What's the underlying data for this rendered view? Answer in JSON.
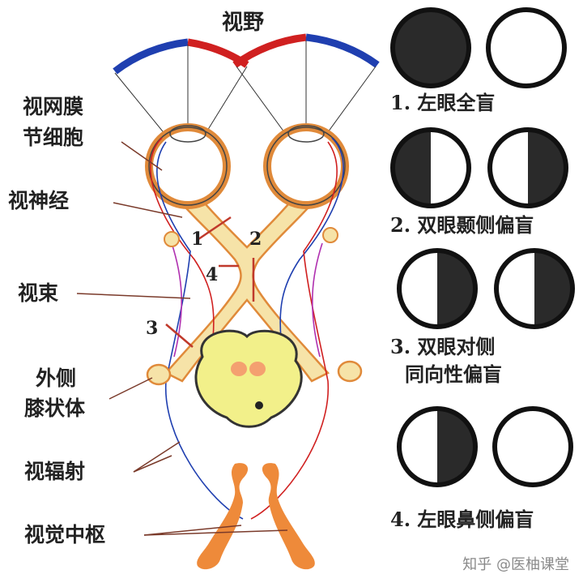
{
  "title": "视野",
  "labels": {
    "ganglion_line1": "视网膜",
    "ganglion_line2": "节细胞",
    "optic_nerve": "视神经",
    "optic_tract": "视束",
    "lgn_line1": "外侧",
    "lgn_line2": "膝状体",
    "optic_radiation": "视辐射",
    "visual_center": "视觉中枢"
  },
  "lesion_numbers": [
    "1",
    "2",
    "3",
    "4"
  ],
  "deficits": [
    {
      "caption": "1. 左眼全盲",
      "left_eye": "full",
      "right_eye": "none"
    },
    {
      "caption": "2. 双眼颞侧偏盲",
      "left_eye": "left-half",
      "right_eye": "right-half"
    },
    {
      "caption_line1": "3. 双眼对侧",
      "caption_line2": "同向性偏盲",
      "left_eye": "right-half",
      "right_eye": "right-half"
    },
    {
      "caption": "4. 左眼鼻侧偏盲",
      "left_eye": "right-half",
      "right_eye": "none"
    }
  ],
  "watermark": "知乎 @医柚课堂",
  "colors": {
    "left_field": "#1f3fb0",
    "right_field": "#d02020",
    "pathway_fill": "#f6e3a8",
    "pathway_outline": "#e08a3a",
    "cortex": "#ee8a3a",
    "brainstem": "#f2f08a",
    "blind": "#2a2a2a"
  }
}
